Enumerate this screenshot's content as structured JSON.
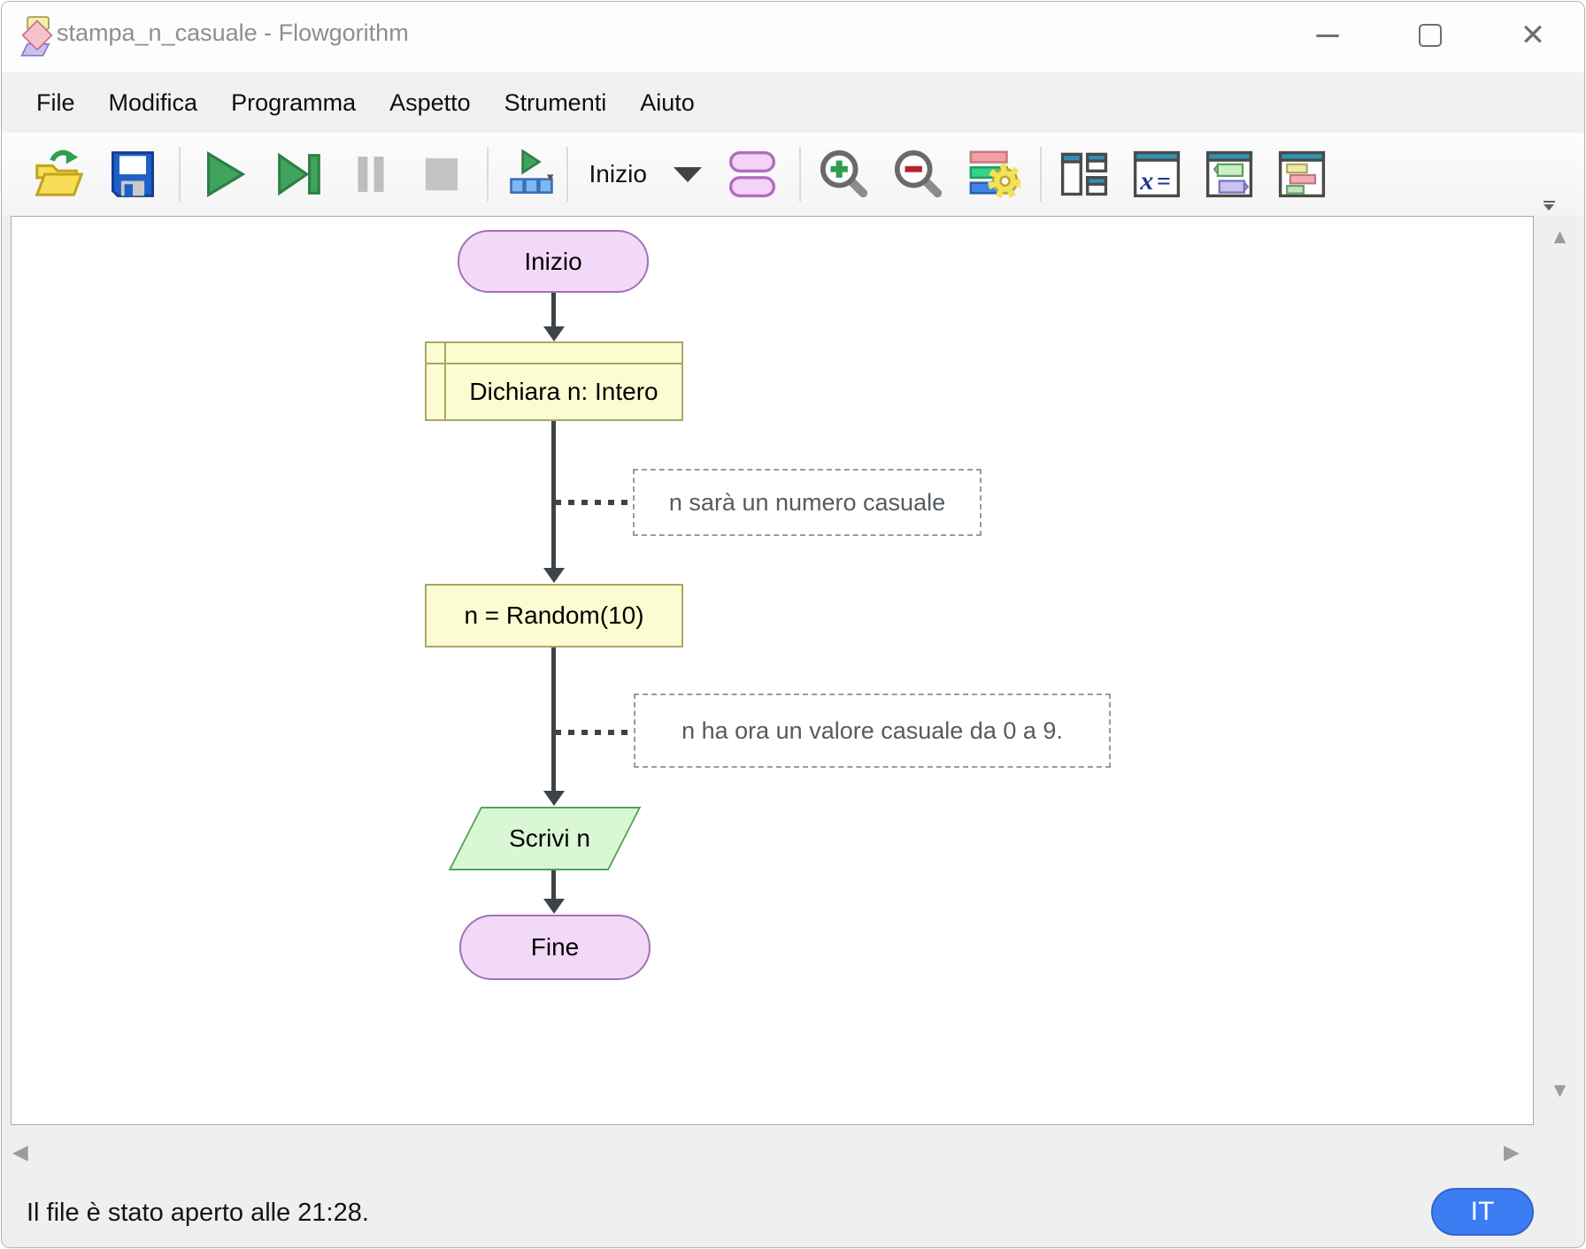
{
  "window": {
    "title": "stampa_n_casuale - Flowgorithm"
  },
  "menu": {
    "items": [
      "File",
      "Modifica",
      "Programma",
      "Aspetto",
      "Strumenti",
      "Aiuto"
    ]
  },
  "toolbar": {
    "function_selector_label": "Inizio",
    "icons": [
      "open-file-icon",
      "save-icon",
      "run-icon",
      "step-icon",
      "pause-icon",
      "stop-icon",
      "run-to-line-icon",
      "function-shapes-icon",
      "zoom-in-icon",
      "zoom-out-icon",
      "chart-style-settings-icon",
      "window-layout-icon",
      "variable-watch-icon",
      "console-window-icon",
      "output-style-icon",
      "toolbar-overflow-icon"
    ]
  },
  "flowchart": {
    "nodes": [
      {
        "type": "terminal",
        "label": "Inizio"
      },
      {
        "type": "declare",
        "label": "Dichiara n: Intero"
      },
      {
        "type": "assign",
        "label": "n = Random(10)"
      },
      {
        "type": "output",
        "label": "Scrivi n"
      },
      {
        "type": "terminal",
        "label": "Fine"
      }
    ],
    "comments": [
      {
        "text": "n sarà un numero casuale"
      },
      {
        "text": "n ha ora un valore casuale da 0 a 9."
      }
    ]
  },
  "status": {
    "message": "Il file è stato aperto alle 21:28.",
    "language_badge": "IT"
  },
  "icons": {
    "dropdown_glyph": "▼",
    "run_dropdown_glyph": "▾",
    "close_glyph": "✕",
    "scroll_up": "▲",
    "scroll_down": "▼",
    "scroll_left": "◀",
    "scroll_right": "▶"
  },
  "colors": {
    "terminal_fill": "#F2D9F8",
    "terminal_border": "#A173B5",
    "statement_fill": "#FCFCD2",
    "statement_border": "#A8A863",
    "output_fill": "#D9F7D4",
    "output_border": "#55A05A",
    "arrow": "#3E4347",
    "language_button": "#3D7DF3",
    "window_header_accent": "#2E93B5"
  }
}
